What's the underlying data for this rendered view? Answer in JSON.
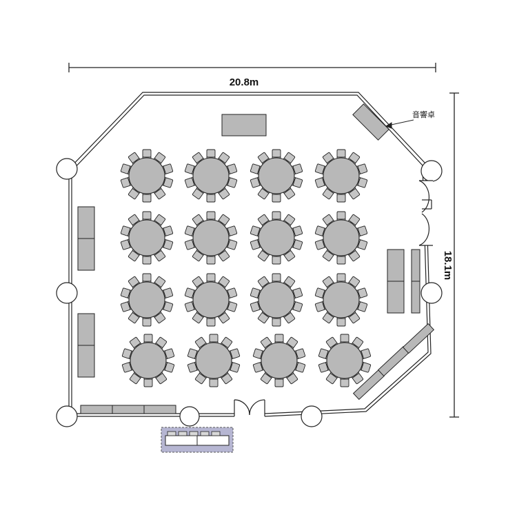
{
  "dimensions": {
    "width_label": "20.8m",
    "height_label": "18.1m"
  },
  "labels": {
    "sound_desk": "音響卓"
  },
  "layout": {
    "round_table_rows": 4,
    "round_table_columns": 4,
    "chairs_per_table": 10
  },
  "colors": {
    "furniture_fill": "#b8b8b8",
    "chair_fill": "#c4c4c4",
    "line": "#222222",
    "highlight_fill": "#b6b6d2"
  }
}
